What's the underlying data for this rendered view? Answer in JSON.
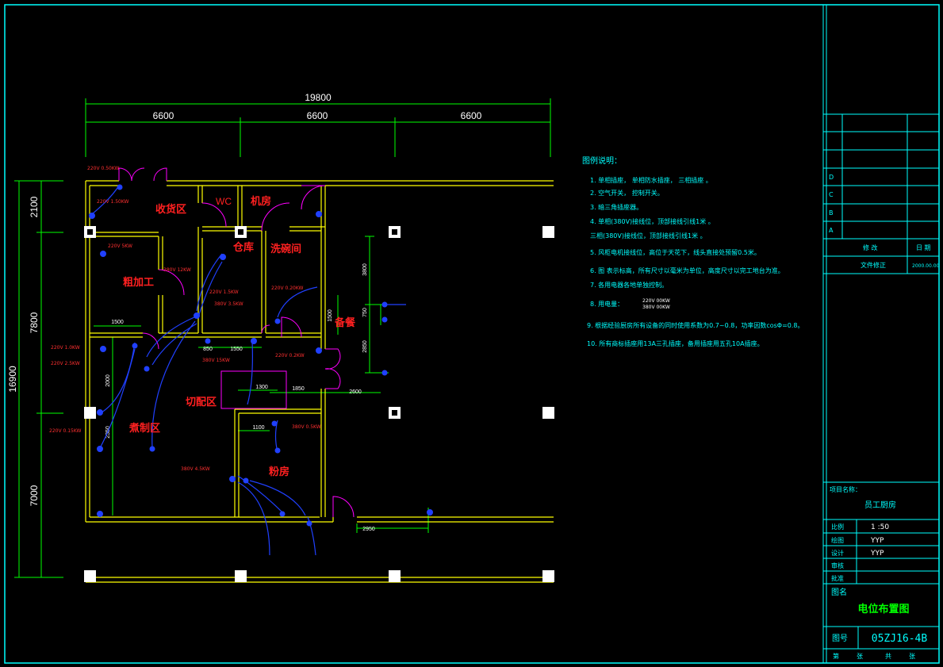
{
  "colors": {
    "frame": "#00ffff",
    "wall": "#ffff00",
    "dimension": "#00ff00",
    "room_label": "#ff2020",
    "wiring": "#2040ff",
    "door": "#ff00ff",
    "notes": "#00ffff"
  },
  "dimensions": {
    "total_width": "19800",
    "bays": [
      "6600",
      "6600",
      "6600"
    ],
    "total_height": "16900",
    "left_segments": [
      "2100",
      "7800",
      "7000"
    ],
    "inner": [
      "1500",
      "850",
      "1550",
      "1850",
      "2600",
      "1500",
      "2000",
      "2350",
      "1100",
      "2950",
      "1300",
      "3800",
      "2850",
      "750"
    ]
  },
  "rooms": {
    "receiving": "收货区",
    "wc": "WC",
    "machine_room": "机房",
    "storage": "仓库",
    "washing": "洗碗间",
    "rough_processing": "粗加工",
    "preparation": "备餐",
    "cutting": "切配区",
    "cooking": "煮制区",
    "pastry": "粉房"
  },
  "legend": {
    "title": "图例说明：",
    "items": [
      "1.  单相插座，  单相防水插座，  三相插座 。",
      "2.  空气开关，  控制开关。",
      "3.  暗三角插座器。",
      "4.  单相(380V)接线位，顶部接线引线1米 。",
      "     三相(380V)接线位，顶部接线引线1米 。",
      "5.  风柜电机接线位，高位于天花下，线头直接处预留0.5米。",
      "6.  图 表示标高，所有尺寸以毫米为单位，高度尺寸以完工地台为准。",
      "7.  各用电器各地单独控制。",
      "8.  用电量：",
      "9.  根据经验厨房所有设备的同时使用系数为0.7~0.8，功率因数cosΦ=0.8。",
      "10.  所有商标插座用13A三孔插座，备用插座用五孔10A插座。"
    ],
    "power_values": [
      "220V  00KW",
      "380V  00KW"
    ]
  },
  "title_block": {
    "rev_letters": [
      "D",
      "C",
      "B",
      "A"
    ],
    "rev_header_modify": "修    改",
    "rev_header_date": "日  期",
    "issue_label": "文件修正",
    "issue_date": "2000.00.00",
    "project_label": "项目名称：",
    "project_name": "员工厨房",
    "scale_label": "比例",
    "scale_value": "1 :50",
    "drawn_label": "绘图",
    "drawn_value": "YYP",
    "design_label": "设计",
    "design_value": "YYP",
    "review_label": "审核",
    "approve_label": "批准",
    "drawing_name_label": "图名",
    "drawing_name": "电位布置图",
    "drawing_number_label": "图号",
    "drawing_number": "05ZJ16-4B",
    "footer": [
      "第",
      "张",
      "共",
      "张"
    ]
  },
  "equipment_labels": [
    "220V  0.50KW",
    "220V  1.50KW",
    "220V  5KW",
    "380V  12KW",
    "220V  1.5KW",
    "380V  3.5KW",
    "220V  0.20KW",
    "220V  1.0KW",
    "220V  2.5KW",
    "380V  15KW",
    "220V  0.2KW",
    "380V  0.5KW",
    "220V  0.15KW",
    "380V  4.5KW"
  ]
}
